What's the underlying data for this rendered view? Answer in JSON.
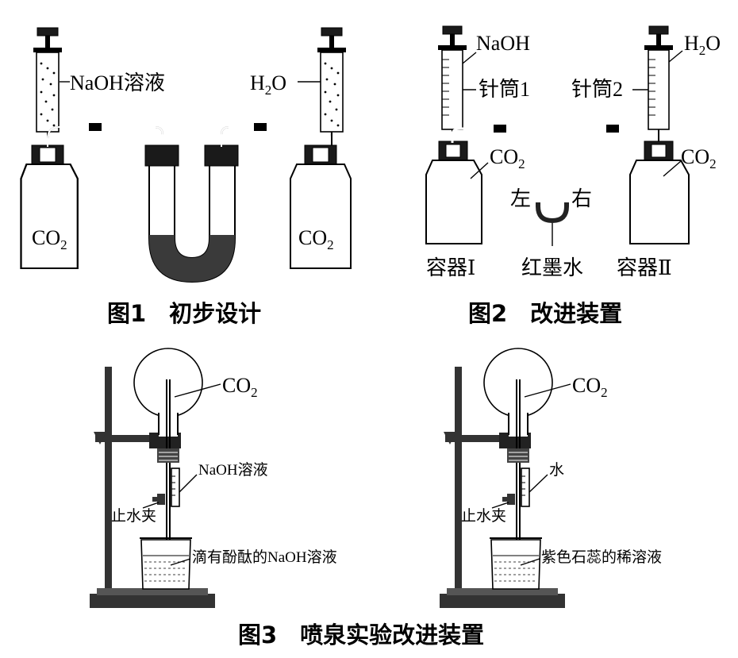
{
  "figure1": {
    "caption": "图1　初步设计",
    "left_syringe": "NaOH溶液",
    "right_syringe_h": "H",
    "right_syringe_sub": "2",
    "right_syringe_o": "O",
    "left_bottle_co": "CO",
    "left_bottle_sub": "2",
    "right_bottle_co": "CO",
    "right_bottle_sub": "2"
  },
  "figure2": {
    "caption": "图2　改进装置",
    "naoh": "NaOH",
    "water_h": "H",
    "water_sub": "2",
    "water_o": "O",
    "syringe1": "针筒1",
    "syringe2": "针筒2",
    "co2_left": "CO",
    "co2_left_sub": "2",
    "co2_right": "CO",
    "co2_right_sub": "2",
    "left": "左",
    "right": "右",
    "container1": "容器Ⅰ",
    "red_ink": "红墨水",
    "container2": "容器Ⅱ"
  },
  "figure3": {
    "caption": "图3　喷泉实验改进装置",
    "left_co2": "CO",
    "left_co2_sub": "2",
    "left_dropper": "NaOH溶液",
    "left_clamp": "止水夹",
    "left_beaker": "滴有酚酞的NaOH溶液",
    "right_co2": "CO",
    "right_co2_sub": "2",
    "right_dropper": "水",
    "right_clamp": "止水夹",
    "right_beaker": "紫色石蕊的稀溶液"
  }
}
